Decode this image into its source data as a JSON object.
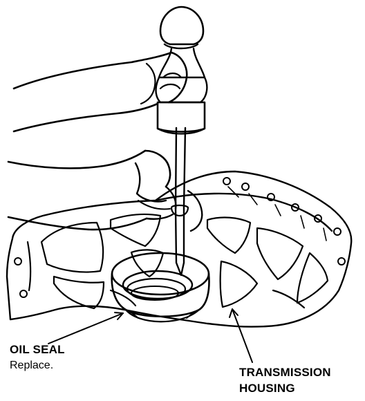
{
  "labels": {
    "oil_seal": {
      "title": "OIL SEAL",
      "note": "Replace."
    },
    "transmission_housing": {
      "line1": "TRANSMISSION",
      "line2": "HOUSING"
    }
  },
  "colors": {
    "ink": "#000000",
    "paper": "#ffffff"
  }
}
